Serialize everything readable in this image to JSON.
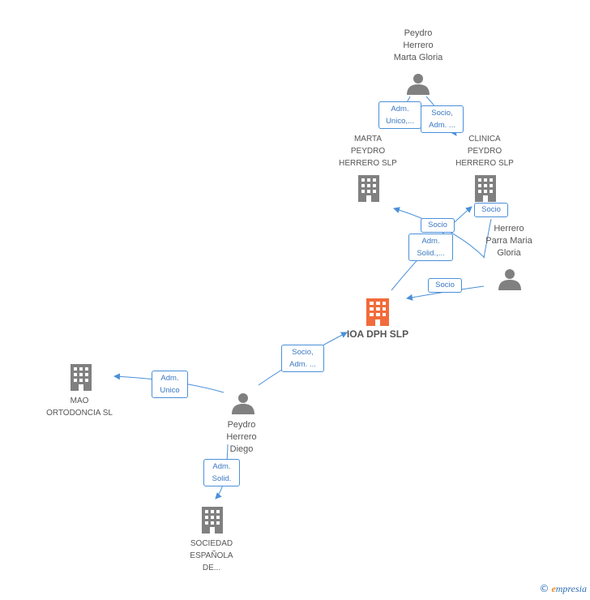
{
  "nodes": {
    "peydro_herrero_marta_gloria": {
      "lines": [
        "Peydro",
        "Herrero",
        "Marta Gloria"
      ]
    },
    "marta_peydro_herrero_slp": {
      "lines": [
        "MARTA",
        "PEYDRO",
        "HERRERO SLP"
      ]
    },
    "clinica_peydro_herrero_slp": {
      "lines": [
        "CLINICA",
        "PEYDRO",
        "HERRERO SLP"
      ]
    },
    "herrero_parra_maria_gloria": {
      "lines": [
        "Herrero",
        "Parra Maria",
        "Gloria"
      ]
    },
    "center": {
      "label": "IOA DPH SLP"
    },
    "mao_ortodoncia_sl": {
      "lines": [
        "MAO",
        "ORTODONCIA SL"
      ]
    },
    "peydro_herrero_diego": {
      "lines": [
        "Peydro",
        "Herrero",
        "Diego"
      ]
    },
    "sociedad_espanola": {
      "lines": [
        "SOCIEDAD",
        "ESPAÑOLA",
        "DE..."
      ]
    }
  },
  "edges": {
    "adm_unico_marta": [
      "Adm.",
      "Unico,..."
    ],
    "socio_adm_clinica": [
      "Socio,",
      "Adm. ..."
    ],
    "socio_marta": [
      "Socio"
    ],
    "socio_clinica": [
      "Socio"
    ],
    "adm_solid_center": [
      "Adm.",
      "Solid.,..."
    ],
    "socio_herrero_center": [
      "Socio"
    ],
    "socio_adm_diego_center": [
      "Socio,",
      "Adm. ..."
    ],
    "adm_unico_mao": [
      "Adm.",
      "Unico"
    ],
    "adm_solid_sociedad": [
      "Adm.",
      "Solid."
    ]
  },
  "footer": {
    "copyright": "©",
    "brand_e": "e",
    "brand_rest": "mpresia"
  },
  "colors": {
    "edge": "#4a90d9",
    "node": "#808080",
    "center": "#f26b3a"
  }
}
